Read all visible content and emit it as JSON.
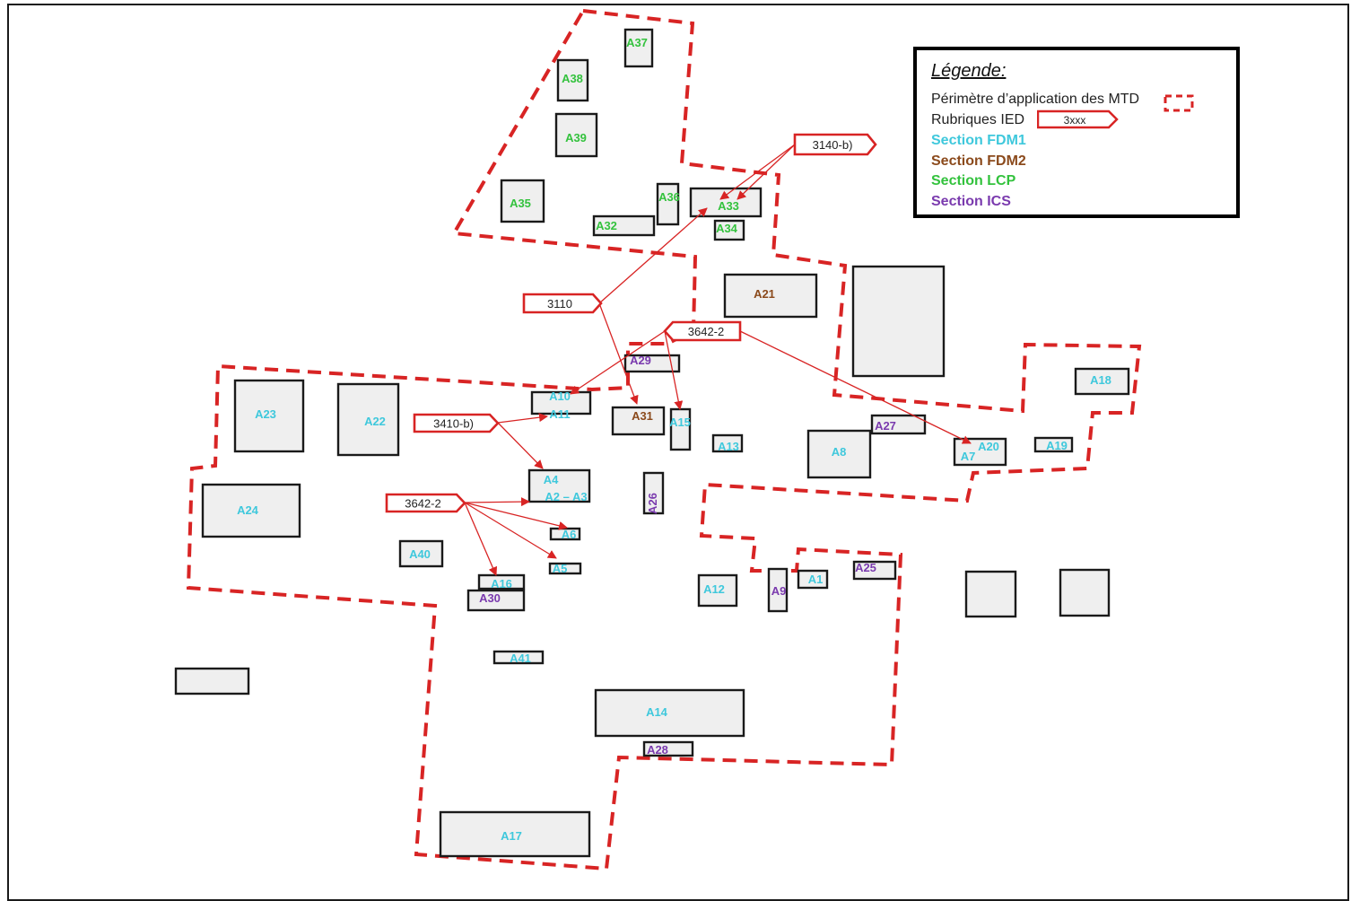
{
  "colors": {
    "fdm1": "#3fc8dc",
    "fdm2": "#8b4a1c",
    "lcp": "#33c23d",
    "ics": "#7a3aae",
    "perimeter": "#d82424",
    "arrow": "#d82424",
    "building_fill": "#efefef"
  },
  "legend": {
    "title": "Légende:",
    "perimeter_label": "Périmètre d’application des MTD",
    "ied_label": "Rubriques IED",
    "ied_symbol_text": "3xxx",
    "sections": [
      {
        "label": "Section FDM1",
        "color": "#3fc8dc"
      },
      {
        "label": "Section FDM2",
        "color": "#8b4a1c"
      },
      {
        "label": "Section LCP",
        "color": "#33c23d"
      },
      {
        "label": "Section ICS",
        "color": "#7a3aae"
      }
    ]
  },
  "buildings": [
    {
      "label": "A37",
      "section": "lcp"
    },
    {
      "label": "A38",
      "section": "lcp"
    },
    {
      "label": "A39",
      "section": "lcp"
    },
    {
      "label": "A35",
      "section": "lcp"
    },
    {
      "label": "A36",
      "section": "lcp"
    },
    {
      "label": "A32",
      "section": "lcp"
    },
    {
      "label": "A33",
      "section": "lcp"
    },
    {
      "label": "A34",
      "section": "lcp"
    },
    {
      "label": "A21",
      "section": "fdm2"
    },
    {
      "label": "",
      "section": ""
    },
    {
      "label": "A29",
      "section": "ics"
    },
    {
      "label": "A18",
      "section": "fdm1"
    },
    {
      "label": "A23",
      "section": "fdm1"
    },
    {
      "label": "A22",
      "section": "fdm1"
    },
    {
      "label": "A10",
      "section": "fdm1"
    },
    {
      "label": "A11",
      "section": "fdm1"
    },
    {
      "label": "A31",
      "section": "fdm2"
    },
    {
      "label": "A15",
      "section": "fdm1"
    },
    {
      "label": "A13",
      "section": "fdm1"
    },
    {
      "label": "A27",
      "section": "ics"
    },
    {
      "label": "A8",
      "section": "fdm1"
    },
    {
      "label": "A20",
      "section": "fdm1"
    },
    {
      "label": "A7",
      "section": "fdm1"
    },
    {
      "label": "A19",
      "section": "fdm1"
    },
    {
      "label": "A24",
      "section": "fdm1"
    },
    {
      "label": "A4",
      "section": "fdm1"
    },
    {
      "label": "A2 – A3",
      "section": "fdm1"
    },
    {
      "label": "A26",
      "section": "ics"
    },
    {
      "label": "A6",
      "section": "fdm1"
    },
    {
      "label": "A5",
      "section": "fdm1"
    },
    {
      "label": "A40",
      "section": "fdm1"
    },
    {
      "label": "A16",
      "section": "fdm1"
    },
    {
      "label": "A30",
      "section": "ics"
    },
    {
      "label": "A12",
      "section": "fdm1"
    },
    {
      "label": "A9",
      "section": "ics"
    },
    {
      "label": "A1",
      "section": "fdm1"
    },
    {
      "label": "A25",
      "section": "ics"
    },
    {
      "label": "",
      "section": ""
    },
    {
      "label": "",
      "section": ""
    },
    {
      "label": "A41",
      "section": "fdm1"
    },
    {
      "label": "",
      "section": ""
    },
    {
      "label": "A14",
      "section": "fdm1"
    },
    {
      "label": "A28",
      "section": "ics"
    },
    {
      "label": "A17",
      "section": "fdm1"
    }
  ],
  "ied_tags": [
    {
      "label": "3140-b)"
    },
    {
      "label": "3110"
    },
    {
      "label": "3642-2"
    },
    {
      "label": "3410-b)"
    },
    {
      "label": "3642-2"
    }
  ]
}
